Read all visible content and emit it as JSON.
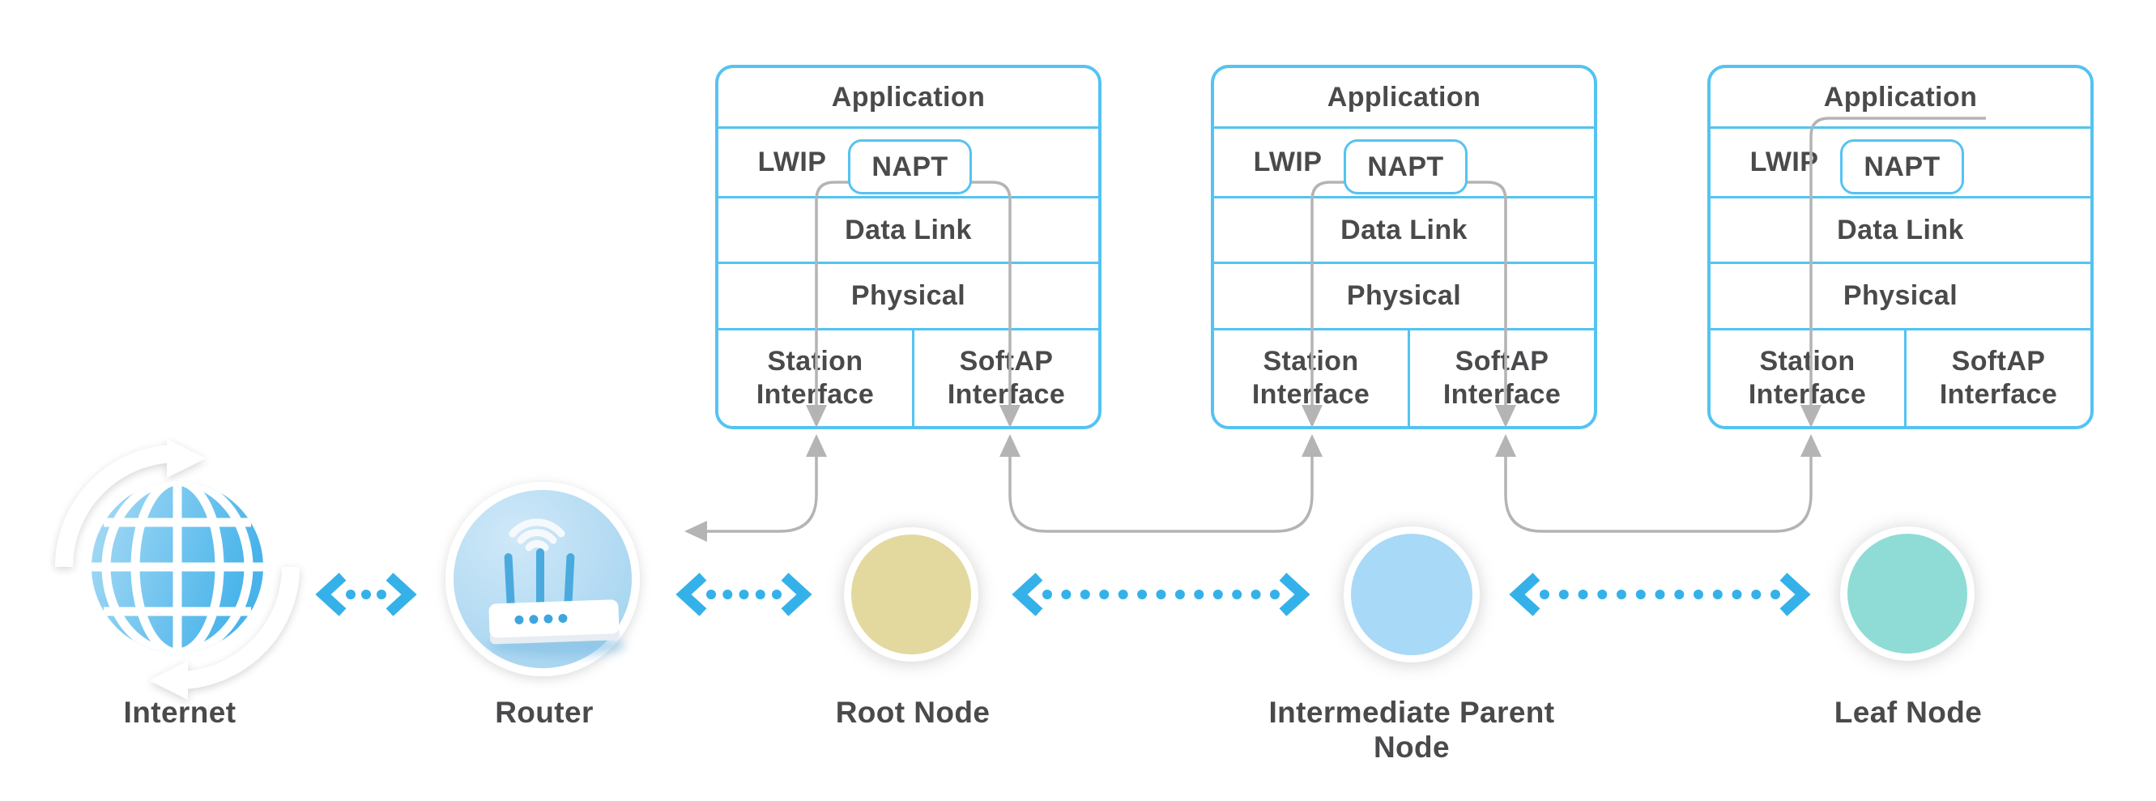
{
  "stacks": [
    {
      "node": "Root Node",
      "layers": {
        "application": "Application",
        "lwip": "LWIP",
        "napt": "NAPT",
        "data_link": "Data Link",
        "physical": "Physical",
        "station_interface": "Station Interface",
        "softap_interface": "SoftAP Interface"
      }
    },
    {
      "node": "Intermediate Parent Node",
      "layers": {
        "application": "Application",
        "lwip": "LWIP",
        "napt": "NAPT",
        "data_link": "Data Link",
        "physical": "Physical",
        "station_interface": "Station Interface",
        "softap_interface": "SoftAP Interface"
      }
    },
    {
      "node": "Leaf Node",
      "layers": {
        "application": "Application",
        "lwip": "LWIP",
        "napt": "NAPT",
        "data_link": "Data Link",
        "physical": "Physical",
        "station_interface": "Station Interface",
        "softap_interface": "SoftAP Interface"
      }
    }
  ],
  "nodes": [
    {
      "id": "internet",
      "label": "Internet",
      "icon": "globe-sync-icon"
    },
    {
      "id": "router",
      "label": "Router",
      "icon": "wifi-router-icon"
    },
    {
      "id": "root-node",
      "label": "Root Node",
      "color": "#e3d89e"
    },
    {
      "id": "intermediate-parent-node",
      "label": "Intermediate Parent Node",
      "color": "#a8d9f6"
    },
    {
      "id": "leaf-node",
      "label": "Leaf Node",
      "color": "#8edcd5"
    }
  ],
  "colors": {
    "accent_blue": "#35b1e9",
    "stack_border_blue": "#54c3f1",
    "connector_gray": "#b4b4b4",
    "label_text": "#4a4a4c",
    "root_node_fill": "#e3d89e",
    "intermediate_node_fill": "#a8d9f6",
    "leaf_node_fill": "#8edcd5"
  }
}
